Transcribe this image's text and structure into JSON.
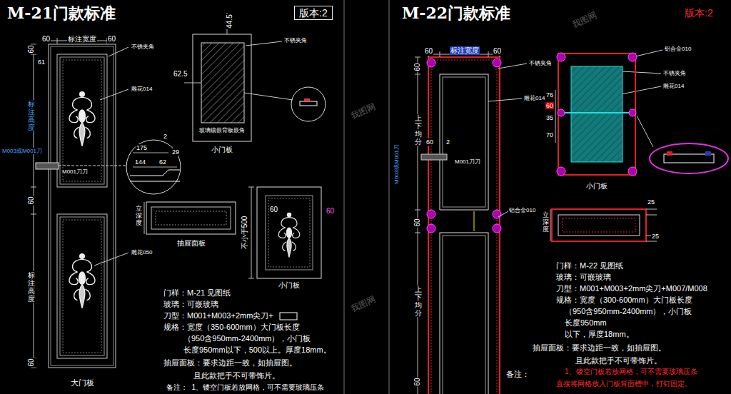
{
  "diagram": {
    "title": "M-21门款标准",
    "nodes": [
      {
        "text": [
          "版本:2"
        ]
      },
      {
        "text": [
          "大门板"
        ]
      },
      {
        "text": [
          "玻璃镶嵌背板嵌角",
          "小门板"
        ]
      },
      {
        "text": [
          "抽屉面板"
        ]
      },
      {
        "text": [
          "小门板"
        ]
      },
      {
        "text": [
          "小门板"
        ]
      }
    ],
    "labels": [
      "60",
      "标注宽度",
      "60",
      "60",
      "61",
      "标注高度",
      "M003或M001刀",
      "M001刀刀",
      "不锈夹角",
      "雕花014",
      "2",
      "175",
      "144",
      "62",
      "29",
      "60",
      "雕花050",
      "标注高度",
      "60",
      "44.5",
      "62.5",
      "不锈夹角",
      "立深度",
      "60",
      "60",
      "不小于500",
      "门样：M-21 见图纸",
      "玻璃：可嵌玻璃",
      "刀型：M001+M003+2mm尖刀+",
      "规格：宽度（350-600mm）大门板长度",
      "（950含950mm-2400mm），小门板",
      "长度950mm以下，500以上。厚度18mm。",
      "抽屉面板：要求边距一致，如抽屉图。",
      "且此款把手不可带饰片。",
      "备注：  1、镂空门板若放网格，可不需要玻璃压条",
      "M-22门款标准",
      "版本:2",
      "60",
      "标注宽度",
      "60",
      "60",
      "上下均分",
      "M003或M001刀",
      "60",
      "2",
      "M001刀刀",
      "不锈夹角",
      "雕花014",
      "60",
      "铝合金010",
      "上下均分",
      "60",
      "铝合金010",
      "不锈夹角",
      "雕花014",
      "76",
      "60",
      "35",
      "70",
      "立深度",
      "25",
      "25",
      "门样：M-22 见图纸",
      "玻璃：可嵌玻璃",
      "刀型：M001+M003+2mm尖刀+M007/M008",
      "规格：宽度（300-600mm）大门板长度",
      "（950含950mm-2400mm），小门板",
      "长度950mm",
      "以下，厚度18mm。",
      "抽屉面板：要求边距一致，如抽屉图。",
      "且此款把手不可带饰片。",
      "备注：",
      "1、镂空门板若放网格，可不需要玻璃压条",
      "直接将网格放入门板背面槽中，打钉固定。",
      "我图网",
      "我图网",
      "我图网"
    ]
  }
}
